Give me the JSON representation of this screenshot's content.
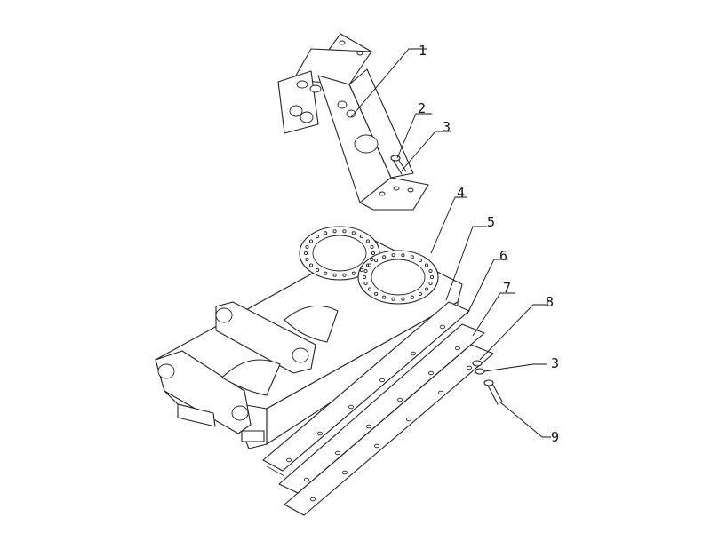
{
  "diagram": {
    "callouts": [
      {
        "id": "c1",
        "label": "1"
      },
      {
        "id": "c2",
        "label": "2"
      },
      {
        "id": "c3a",
        "label": "3"
      },
      {
        "id": "c4",
        "label": "4"
      },
      {
        "id": "c5",
        "label": "5"
      },
      {
        "id": "c6",
        "label": "6"
      },
      {
        "id": "c7",
        "label": "7"
      },
      {
        "id": "c8",
        "label": "8"
      },
      {
        "id": "c3b",
        "label": "3"
      },
      {
        "id": "c9",
        "label": "9"
      }
    ],
    "colors": {
      "line": "#222222",
      "background": "#ffffff"
    }
  }
}
